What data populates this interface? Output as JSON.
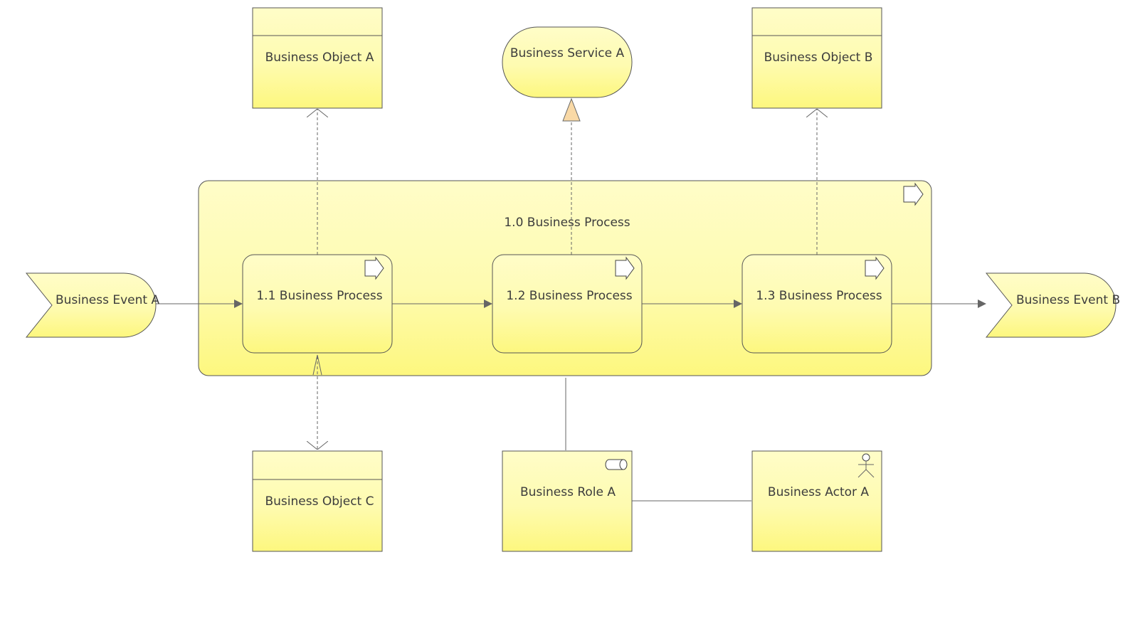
{
  "diagram": {
    "container": {
      "label": "1.0 Business Process"
    },
    "processes": [
      {
        "label": "1.1 Business Process"
      },
      {
        "label": "1.2 Business Process"
      },
      {
        "label": "1.3 Business Process"
      }
    ],
    "events": [
      {
        "label": "Business Event  A"
      },
      {
        "label": "Business Event  B"
      }
    ],
    "objects": [
      {
        "label": "Business Object A"
      },
      {
        "label": "Business Object B"
      },
      {
        "label": "Business Object C"
      }
    ],
    "service": {
      "label": "Business Service A"
    },
    "role": {
      "label": "Business Role A"
    },
    "actor": {
      "label": "Business Actor A"
    },
    "colors": {
      "fill_top": "#fffdc8",
      "fill_bottom": "#fdf77e",
      "stroke": "#555555",
      "realization_arrow": "#f9d9a6"
    }
  }
}
